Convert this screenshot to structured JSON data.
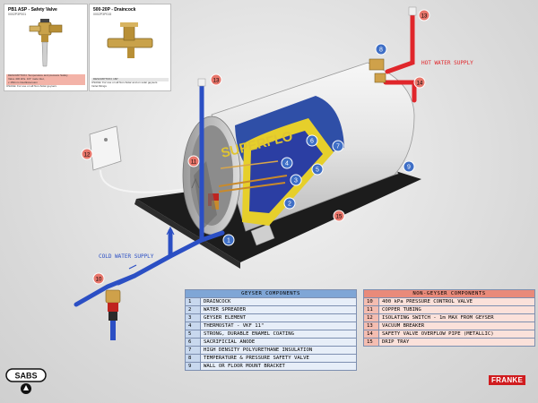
{
  "cards": [
    {
      "code": "PB1 ASP - Safety Valve",
      "sub": "0002P3P001",
      "desc_lines": [
        "DESCRIPTION: Temperature and pressure Safety",
        "Valve 400 kPa. 3/4\" male inlet,",
        "x 150mm Inlet/Extension",
        "USAGE: For use on all Non-Solar geysers"
      ]
    },
    {
      "code": "500-20P - Draincock",
      "sub": "0002P3P015",
      "desc_lines": [
        "DESCRIPTION: 16P",
        "USAGE: For use on all Non-Solar and on solar geysers",
        "Innlet fittings"
      ]
    }
  ],
  "labels": {
    "cold_supply": "COLD WATER SUPPLY",
    "hot_supply": "HOT WATER SUPPLY",
    "brand": "SUPERFLO"
  },
  "badges": [
    "1",
    "2",
    "3",
    "4",
    "5",
    "6",
    "7",
    "8",
    "9",
    "10",
    "11",
    "12",
    "13",
    "14",
    "15"
  ],
  "geyser_components": {
    "header": "GEYSER COMPONENTS",
    "items": [
      {
        "n": "1",
        "label": "DRAINCOCK"
      },
      {
        "n": "2",
        "label": "WATER SPREADER"
      },
      {
        "n": "3",
        "label": "GEYSER ELEMENT"
      },
      {
        "n": "4",
        "label": "THERMOSTAT - VKF 11\""
      },
      {
        "n": "5",
        "label": "STRONG, DURABLE ENAMEL COATING"
      },
      {
        "n": "6",
        "label": "SACRIFICIAL ANODE"
      },
      {
        "n": "7",
        "label": "HIGH DENSITY POLYURETHANE INSULATION"
      },
      {
        "n": "8",
        "label": "TEMPERATURE & PRESSURE SAFETY VALVE"
      },
      {
        "n": "9",
        "label": "WALL OR FLOOR MOUNT BRACKET"
      }
    ]
  },
  "non_geyser_components": {
    "header": "NON-GEYSER COMPONENTS",
    "items": [
      {
        "n": "10",
        "label": "400 kPa PRESSURE CONTROL VALVE"
      },
      {
        "n": "11",
        "label": "COPPER TUBING"
      },
      {
        "n": "12",
        "label": "ISOLATING SWITCH - 1m MAX FROM GEYSER"
      },
      {
        "n": "13",
        "label": "VACUUM BREAKER"
      },
      {
        "n": "14",
        "label": "SAFETY VALVE OVERFLOW PIPE (METALLIC)"
      },
      {
        "n": "15",
        "label": "DRIP TRAY"
      }
    ]
  },
  "logos": {
    "sabs": "SABS",
    "franke": "FRANKE"
  },
  "colors": {
    "cold_pipe": "#2b4fc4",
    "hot_pipe": "#e0262b",
    "badge_blue": "#3f6fc6",
    "badge_red": "#e8766b",
    "tray": "#1c1c1c",
    "tank": "#e9e9e9"
  }
}
